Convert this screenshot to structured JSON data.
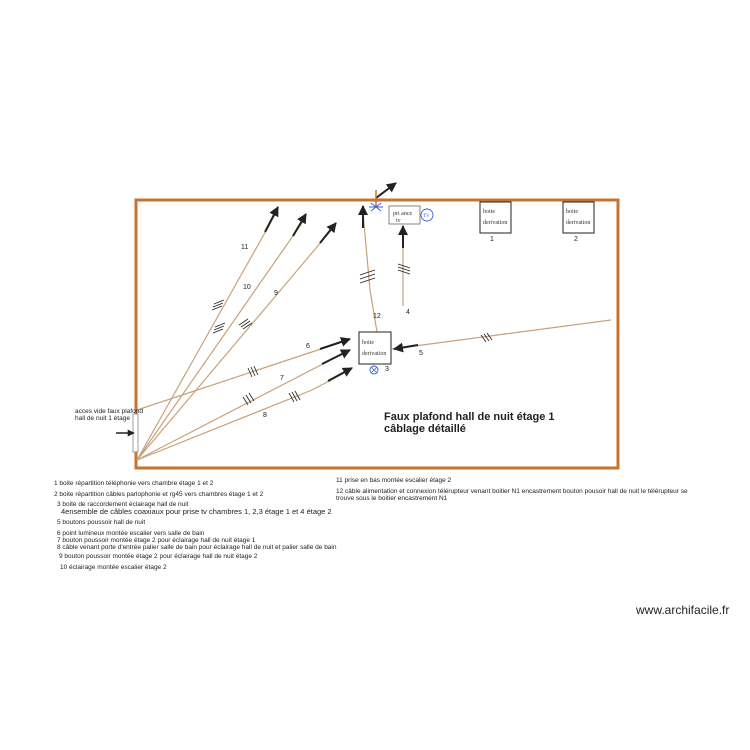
{
  "plan": {
    "title_line1": "Faux plafond hall de nuit étage 1",
    "title_line2": "câblage détaillé",
    "access_note": "acces vide faux plafond hall de nuit 1 étage",
    "watermark": "www.archifacile.fr",
    "colors": {
      "wall": "#c8732f",
      "cable": "#c8a27a",
      "ink": "#222222",
      "lamp": "#3b5bdb"
    }
  },
  "boxes": [
    {
      "label": "boite derivation",
      "number": "1"
    },
    {
      "label": "boite derivation",
      "number": "2"
    },
    {
      "label": "boite derivation",
      "number": "3"
    },
    {
      "label": "pri ance tv",
      "number": ""
    },
    {
      "label": "TV",
      "number": ""
    }
  ],
  "cable_numbers": [
    "11",
    "10",
    "9",
    "12",
    "4",
    "6",
    "5",
    "7",
    "8"
  ],
  "legend": [
    "1 boite répartition téléphonie vers chambre  étage 1 et 2",
    "2 boite répartition câbles parlophonie et rg45 vers chambres étage 1 et 2",
    "3 boite de raccordement éclairage hall de nuit",
    "4ensemble de câbles coaxiaux pour prise tv chambres  1, 2,3 étage 1 et 4 étage 2",
    "5 boutons poussoir hall de nuit",
    "6 point lumineux montée escalier vers salle de bain",
    "7 bouton poussoir montée étage 2 pour  éclairage hall de nuit étage 1",
    "8 câble venant porte d'entrée palier salle de bain pour éclairage hall de nuit et palier salle de bain",
    "9 bouton poussoir montée étage 2 pour éclairage hall de nuit étage 2",
    "10 éclairage montée escalier étage 2",
    "11 prise en bas  montée escalier étage 2",
    "12 câble alimentation et connexion télérupteur  venant boitier N1 encastrement  bouton pousoir hall de nuit le télérupteur se trouve sous le boitier encastrement N1"
  ]
}
